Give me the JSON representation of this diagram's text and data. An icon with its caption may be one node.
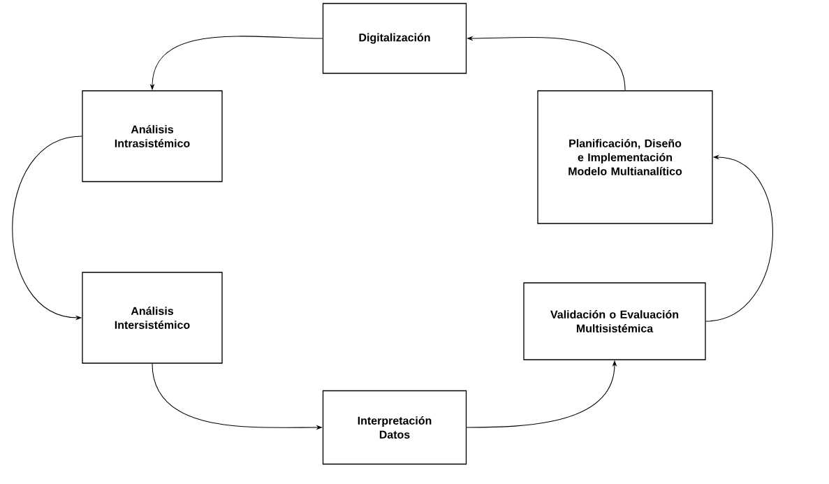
{
  "diagram": {
    "nodes": [
      {
        "text": [
          "Digitalización"
        ]
      },
      {
        "text": [
          "Análisis Intrasistémico"
        ]
      },
      {
        "text": [
          "Planificación, Diseño e Implementación Modelo Multianalítico"
        ]
      },
      {
        "text": [
          "Validación o Evaluación Multisistémica"
        ]
      },
      {
        "text": [
          "Análisis Intersistémico"
        ]
      },
      {
        "text": [
          "Interpretación Datos"
        ]
      }
    ],
    "edges": [
      {
        "from": 2,
        "to": 0,
        "arrow": "to"
      },
      {
        "from": 0,
        "to": 1,
        "arrow": "to"
      },
      {
        "from": 1,
        "to": 4,
        "arrow": "to"
      },
      {
        "from": 4,
        "to": 5,
        "arrow": "to"
      },
      {
        "from": 5,
        "to": 3,
        "arrow": "to"
      },
      {
        "from": 3,
        "to": 2,
        "arrow": "to"
      }
    ]
  }
}
